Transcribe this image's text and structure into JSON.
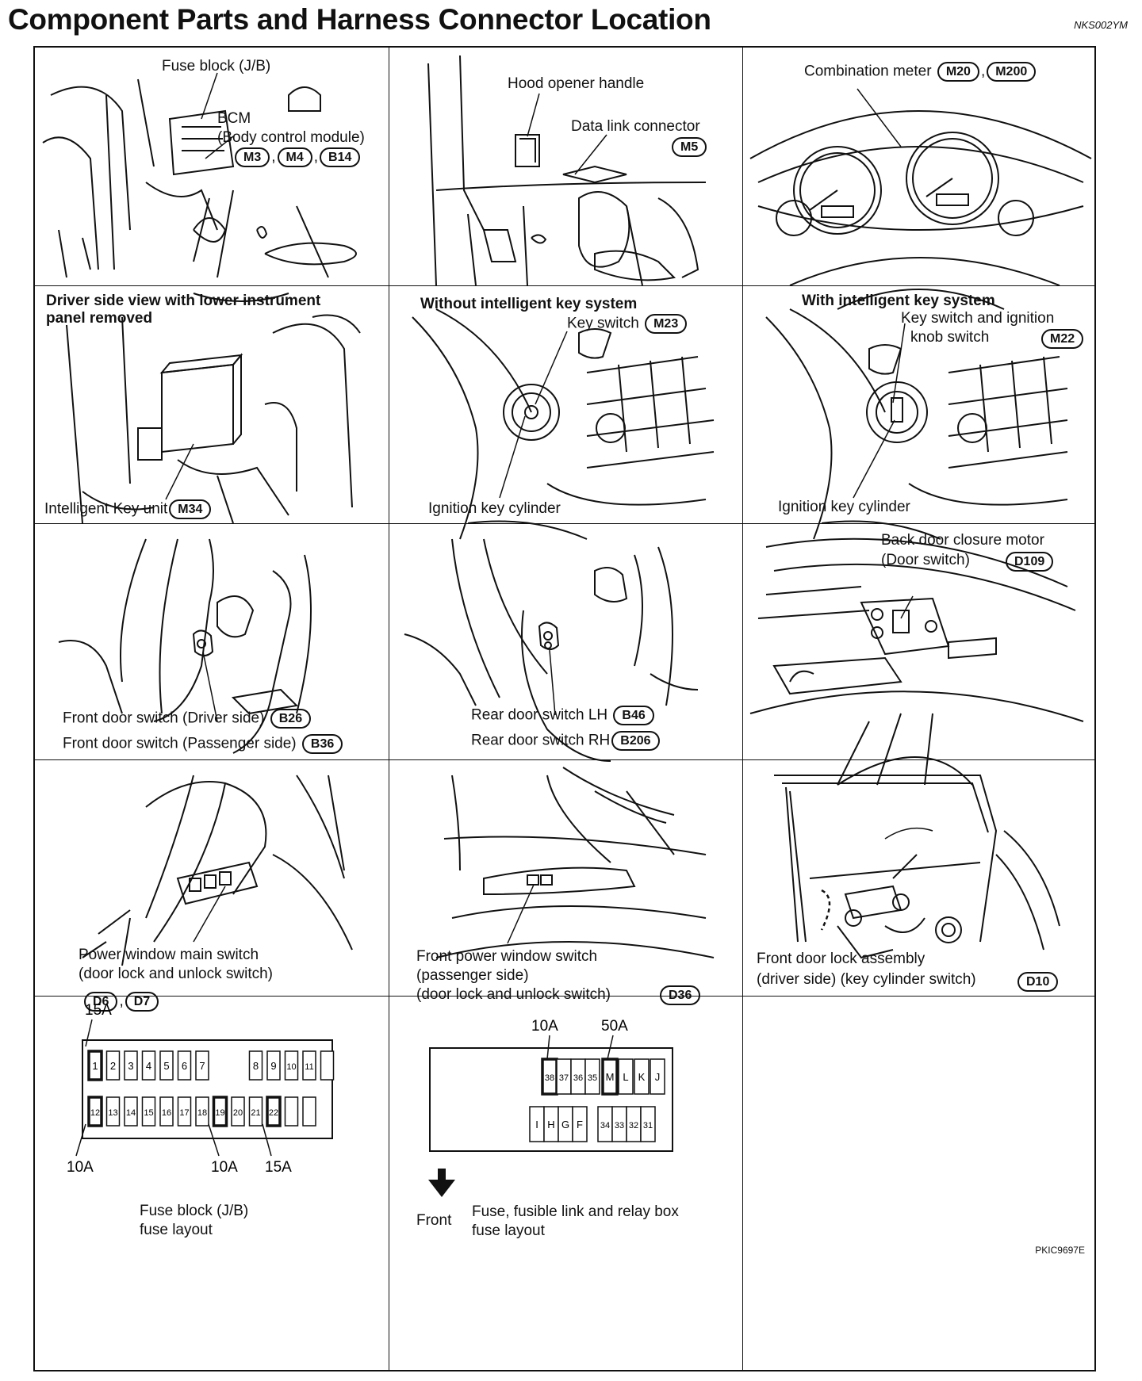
{
  "header": {
    "title": "Component Parts and Harness Connector Location",
    "code": "NKS002YM"
  },
  "footer": {
    "code": "PKIC9697E"
  },
  "cells": {
    "fuse_block": {
      "label": "Fuse block (J/B)",
      "bcm": "BCM",
      "bcm_full": "(Body control module)",
      "connectors": [
        "M3",
        "M4",
        "B14"
      ]
    },
    "hood": {
      "hood_label": "Hood opener handle",
      "dlc_label": "Data link connector",
      "dlc_connector": "M5"
    },
    "meter": {
      "label": "Combination meter",
      "connectors": [
        "M20",
        "M200"
      ]
    },
    "driver_side": {
      "heading": "Driver side view with lower instrument",
      "heading2": "panel removed",
      "unit_label": "Intelligent Key unit",
      "connector": "M34"
    },
    "without_key": {
      "heading": "Without intelligent key system",
      "switch_label": "Key switch",
      "connector": "M23",
      "cylinder_label": "Ignition key cylinder"
    },
    "with_key": {
      "heading": "With intelligent key system",
      "switch_label": "Key switch and ignition",
      "switch_label2": "knob switch",
      "connector": "M22",
      "cylinder_label": "Ignition key cylinder"
    },
    "front_door": {
      "driver_label": "Front door switch  (Driver side)",
      "driver_connector": "B26",
      "passenger_label": "Front door switch (Passenger side)",
      "passenger_connector": "B36"
    },
    "rear_door": {
      "lh_label": "Rear door switch LH",
      "lh_connector": "B46",
      "rh_label": "Rear door switch RH",
      "rh_connector": "B206"
    },
    "back_door": {
      "label": "Back door closure motor",
      "label2": "(Door switch)",
      "connector": "D109"
    },
    "pw_main": {
      "label": "Power window main switch",
      "label2": "(door lock and unlock switch)",
      "connectors": [
        "D6",
        "D7"
      ]
    },
    "pw_front": {
      "label": "Front power window switch",
      "label2": "(passenger side)",
      "label3": "(door lock and unlock switch)",
      "connector": "D36"
    },
    "door_lock": {
      "label": "Front door lock assembly",
      "label2": "(driver side) (key cylinder switch)",
      "connector": "D10"
    },
    "jb_layout": {
      "top_row": [
        "1",
        "2",
        "3",
        "4",
        "5",
        "6",
        "7",
        "8",
        "9",
        "10",
        "11"
      ],
      "bottom_row": [
        "12",
        "13",
        "14",
        "15",
        "16",
        "17",
        "18",
        "19",
        "20",
        "21",
        "22"
      ],
      "amp_1": "15A",
      "amp_12": "10A",
      "amp_19": "10A",
      "amp_22": "15A",
      "caption": "Fuse block (J/B)",
      "caption2": "fuse layout"
    },
    "relay_layout": {
      "top_row": [
        "38",
        "37",
        "36",
        "35",
        "M",
        "L",
        "K",
        "J"
      ],
      "bottom_row": [
        "I",
        "H",
        "G",
        "F",
        "34",
        "33",
        "32",
        "31"
      ],
      "amp_38": "10A",
      "amp_M": "50A",
      "front_label": "Front",
      "caption": "Fuse, fusible link and relay box",
      "caption2": "fuse layout"
    }
  }
}
